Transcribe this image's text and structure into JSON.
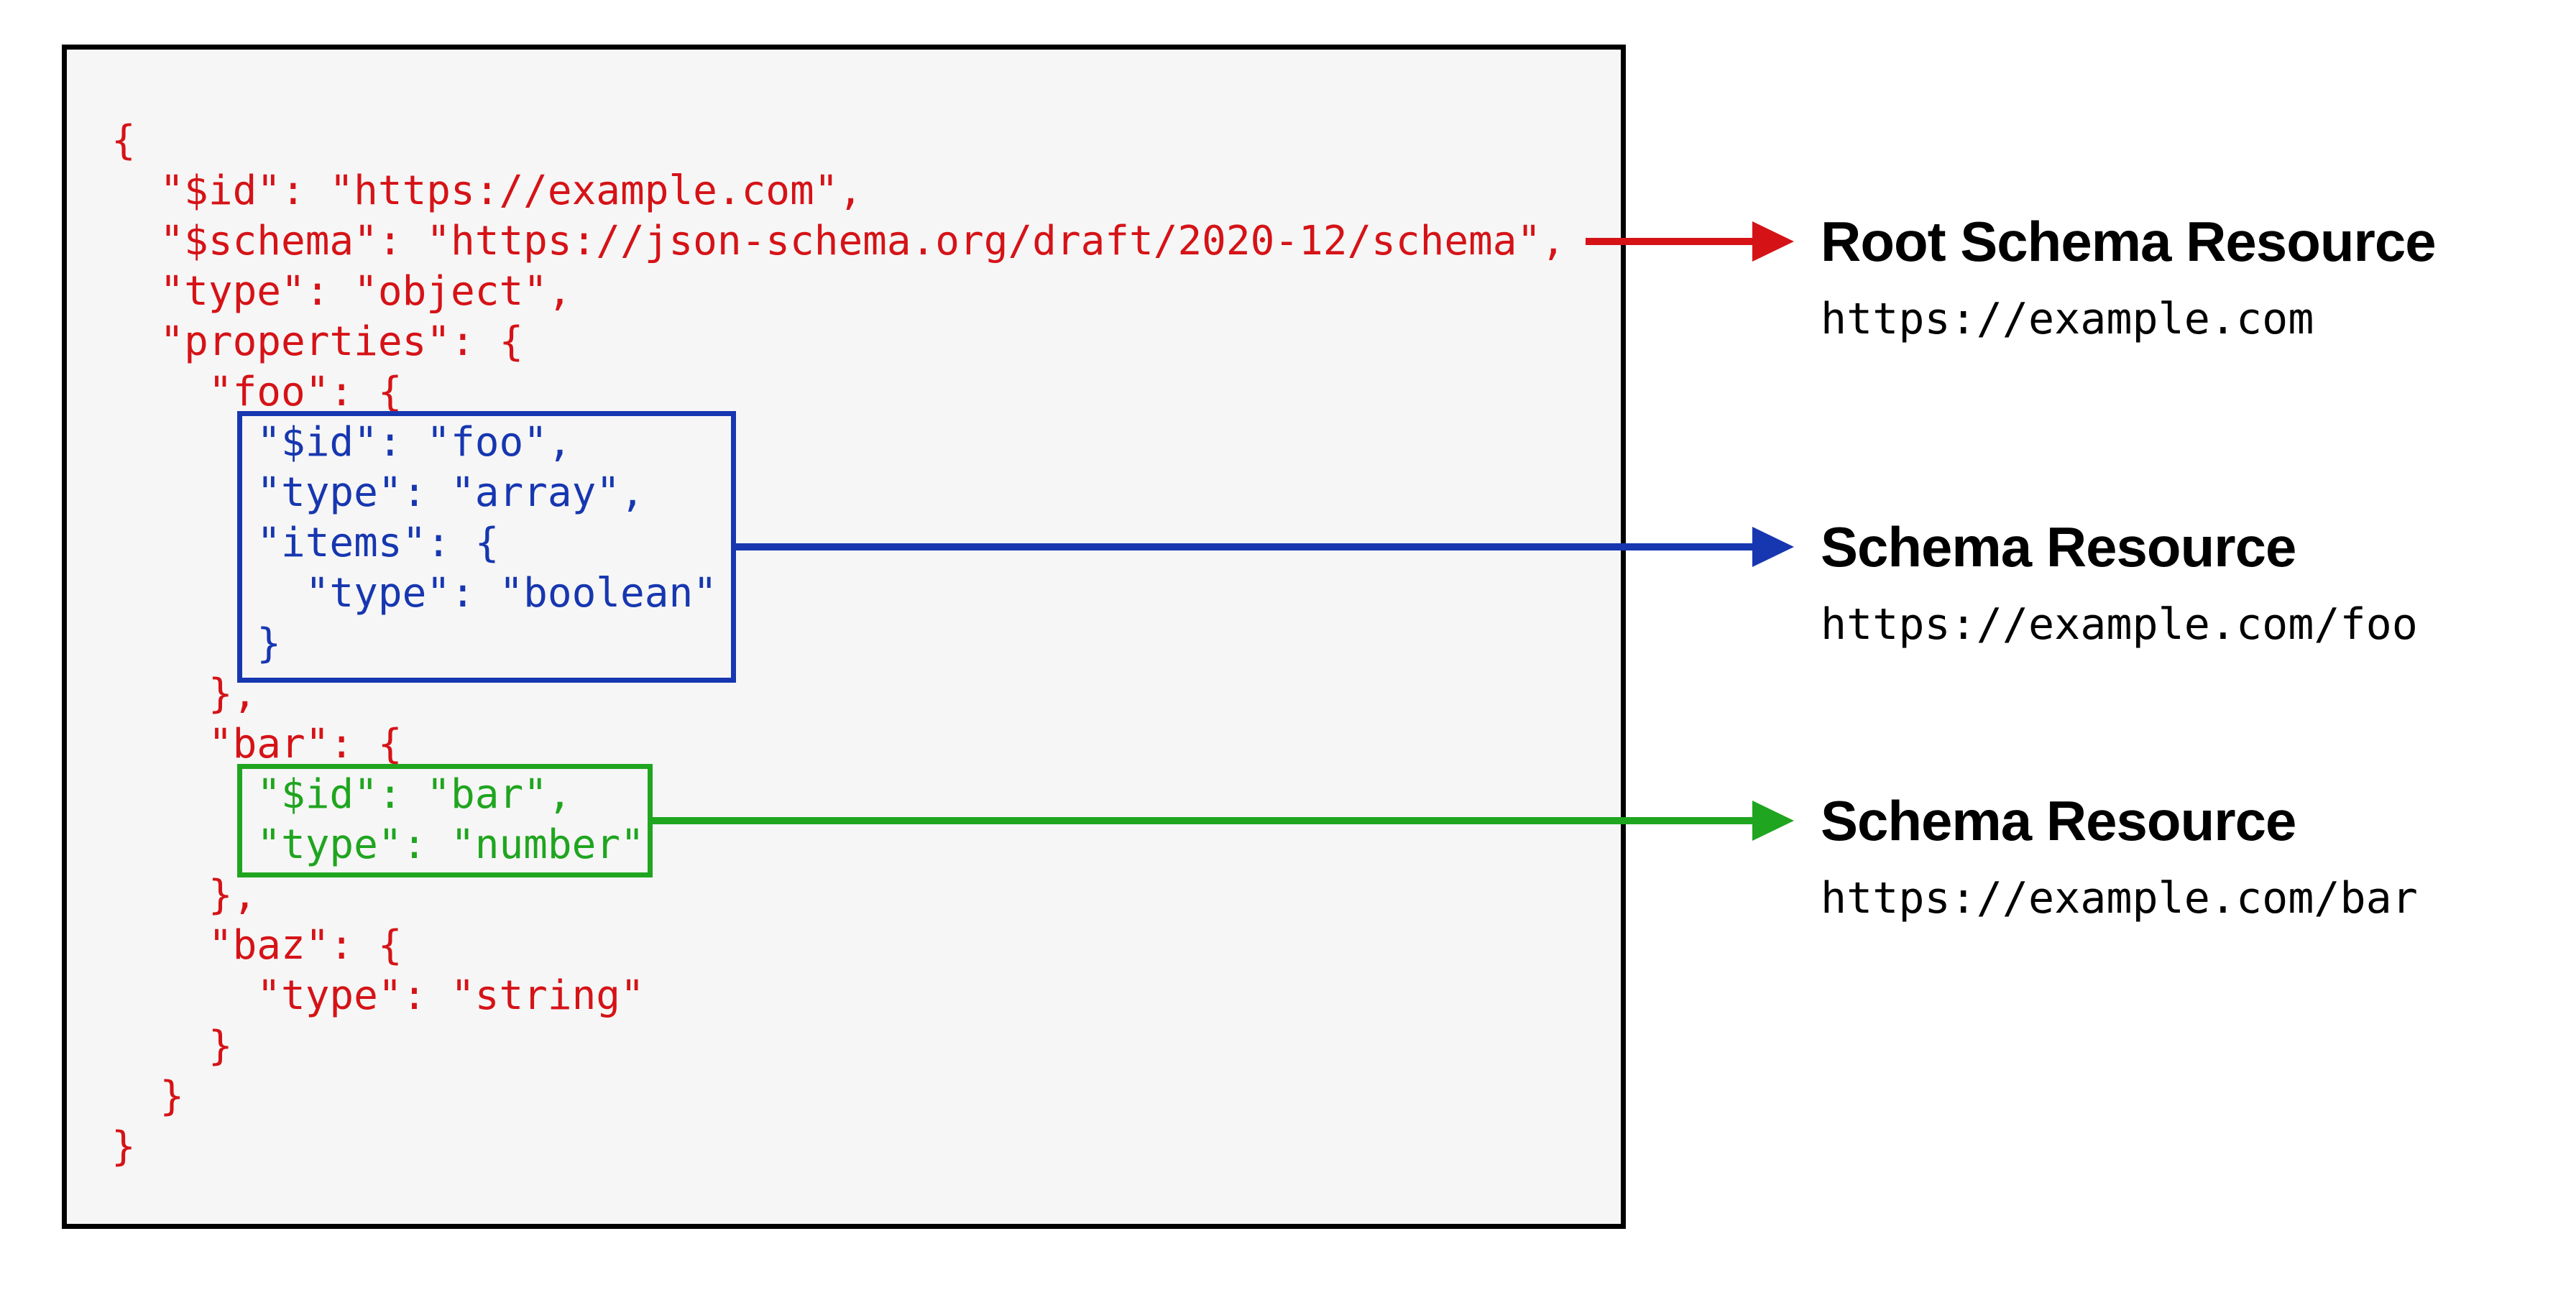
{
  "colors": {
    "red": "#d51317",
    "blue": "#1737b0",
    "green": "#1fa51f",
    "panel_bg": "#f6f6f6",
    "panel_border": "#000000",
    "label_text": "#000000"
  },
  "code": {
    "lines": [
      {
        "text": "{",
        "color": "red"
      },
      {
        "text": "  \"$id\": \"https://example.com\",",
        "color": "red"
      },
      {
        "text": "  \"$schema\": \"https://json-schema.org/draft/2020-12/schema\",",
        "color": "red"
      },
      {
        "text": "  \"type\": \"object\",",
        "color": "red"
      },
      {
        "text": "  \"properties\": {",
        "color": "red"
      },
      {
        "text": "    \"foo\": {",
        "color": "red"
      },
      {
        "text": "      \"$id\": \"foo\",",
        "color": "blue"
      },
      {
        "text": "      \"type\": \"array\",",
        "color": "blue"
      },
      {
        "text": "      \"items\": {",
        "color": "blue"
      },
      {
        "text": "        \"type\": \"boolean\"",
        "color": "blue"
      },
      {
        "text": "      }",
        "color": "blue"
      },
      {
        "text": "    },",
        "color": "red"
      },
      {
        "text": "    \"bar\": {",
        "color": "red"
      },
      {
        "text": "      \"$id\": \"bar\",",
        "color": "green"
      },
      {
        "text": "      \"type\": \"number\"",
        "color": "green"
      },
      {
        "text": "    },",
        "color": "red"
      },
      {
        "text": "    \"baz\": {",
        "color": "red"
      },
      {
        "text": "      \"type\": \"string\"",
        "color": "red"
      },
      {
        "text": "    }",
        "color": "red"
      },
      {
        "text": "  }",
        "color": "red"
      },
      {
        "text": "}",
        "color": "red"
      }
    ]
  },
  "annotations": [
    {
      "title": "Root Schema Resource",
      "url": "https://example.com",
      "color": "red"
    },
    {
      "title": "Schema Resource",
      "url": "https://example.com/foo",
      "color": "blue"
    },
    {
      "title": "Schema Resource",
      "url": "https://example.com/bar",
      "color": "green"
    }
  ]
}
